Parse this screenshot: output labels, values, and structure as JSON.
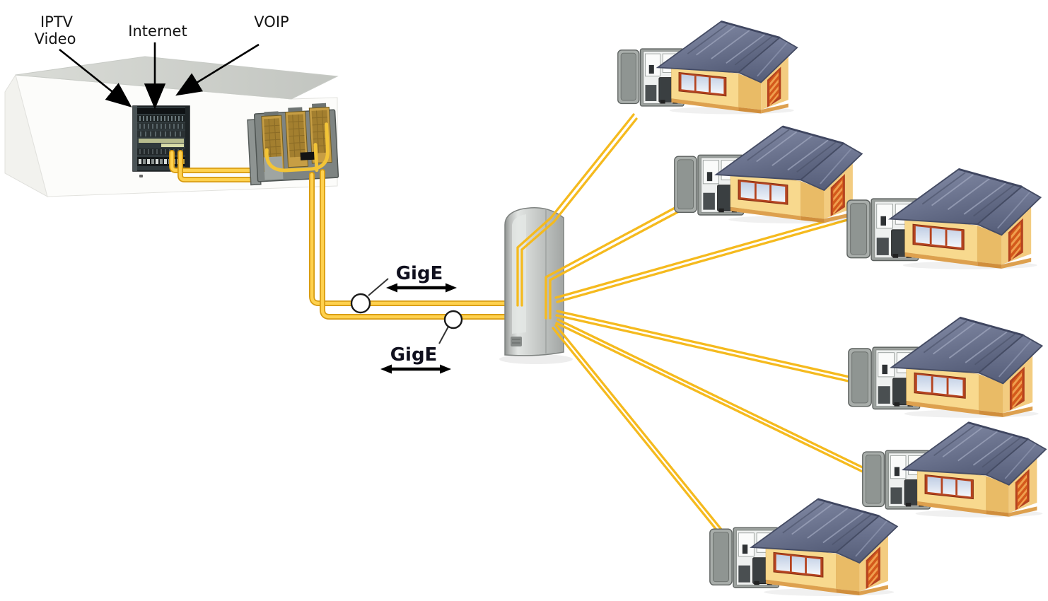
{
  "diagram": {
    "services": {
      "iptv_line1": "IPTV",
      "iptv_line2": "Video",
      "internet": "Internet",
      "voip": "VOIP"
    },
    "links": {
      "feeder_upper_label": "GigE",
      "feeder_lower_label": "GigE"
    },
    "counts": {
      "subscriber_homes": 6,
      "gige_feeders": 2,
      "fiber_drops": 6
    },
    "colors": {
      "fiber_cable_core": "#FFD14E",
      "fiber_cable_edge": "#D79B10",
      "fiber_drop": "#F5BA1E",
      "roof": "#79819D",
      "house_wall": "#F8D98E",
      "house_door": "#C94F12",
      "window_frame": "#B5431F",
      "cabinet_gray": "#C3C7C5",
      "arrow_black": "#000000",
      "label_text": "#141414"
    },
    "icons": {
      "central_office": "3d-building-box",
      "headend_rack": "equipment-rack",
      "fiber_shelf": "line-card-shelf",
      "distribution_cabinet": "street-cabinet",
      "subscriber_home": "house-with-ont-terminal",
      "callout": "circle-marker",
      "span_arrow": "double-headed-arrow"
    }
  }
}
